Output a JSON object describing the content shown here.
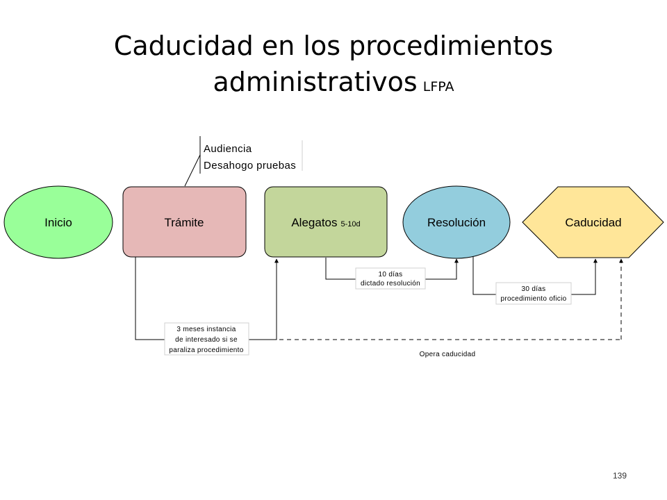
{
  "title": {
    "main": "Caducidad en los procedimientos",
    "line2": "administrativos",
    "suffix": "LFPA"
  },
  "colors": {
    "inicio": "#99ff99",
    "tramite": "#e6b8b7",
    "alegatos": "#c3d69b",
    "resolucion": "#93cddd",
    "caducidad": "#ffe699"
  },
  "nodes": {
    "inicio": "Inicio",
    "tramite": "Trámite",
    "alegatos": "Alegatos",
    "alegatos_small": "5-10d",
    "resolucion": "Resolución",
    "caducidad": "Caducidad"
  },
  "callout": {
    "line1": "Audiencia",
    "line2": "Desahogo pruebas"
  },
  "notes": {
    "dictado": [
      "10 días",
      "dictado resolución"
    ],
    "oficio": [
      "30 días",
      "procedimiento oficio"
    ],
    "instancia": [
      "3 meses instancia",
      "de interesado si se",
      "paraliza procedimiento"
    ],
    "opera": "Opera caducidad"
  },
  "page_number": "139"
}
